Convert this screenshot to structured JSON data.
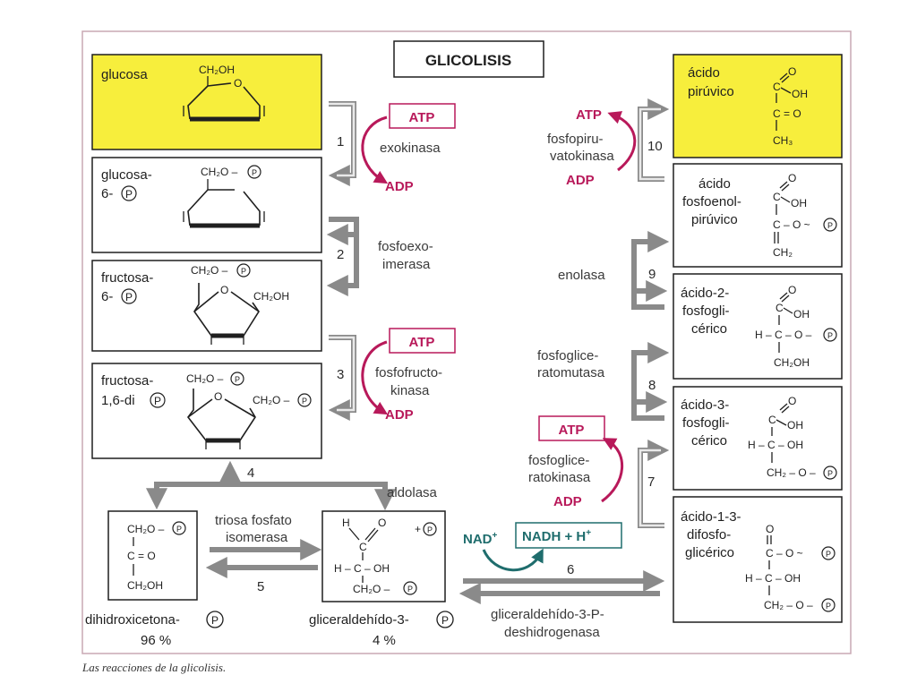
{
  "title": "GLICOLISIS",
  "caption": "Las reacciones de la glicolisis.",
  "colors": {
    "highlight": "#f7ee3c",
    "energy": "#b8195a",
    "nadh": "#1f6d6d",
    "arrow": "#8a8a8a"
  },
  "left_molecules": [
    {
      "name": "glucosa",
      "group": "CH₂OH"
    },
    {
      "name1": "glucosa-",
      "name2": "6-",
      "p": "P",
      "group": "CH₂O –"
    },
    {
      "name1": "fructosa-",
      "name2": "6-",
      "p": "P",
      "group1": "CH₂O –",
      "group2": "CH₂OH"
    },
    {
      "name1": "fructosa-",
      "name2": "1,6-di",
      "p": "P",
      "group1": "CH₂O –",
      "group2": "CH₂O –"
    }
  ],
  "triose": {
    "dhap": {
      "l1": "CH₂O –",
      "l2": "C = O",
      "l3": "CH₂OH",
      "name": "dihidroxicetona-",
      "pct": "96 %"
    },
    "gap": {
      "h": "H",
      "o": "O",
      "c": "C",
      "plusp": "+",
      "l2": "H – C – OH",
      "l3": "CH₂O –",
      "name": "gliceraldehído-3-",
      "pct": "4 %"
    }
  },
  "right_molecules": [
    {
      "name1": "ácido",
      "name2": "pirúvico",
      "c1": "C",
      "o": "O",
      "oh": "OH",
      "c2": "C = O",
      "ch3": "CH₃"
    },
    {
      "name1": "ácido",
      "name2": "fosfoenol-",
      "name3": "pirúvico",
      "o": "O",
      "c1": "C",
      "oh": "OH",
      "c2": "C – O ~",
      "ch2": "CH₂"
    },
    {
      "name1": "ácido-2-",
      "name2": "fosfogli-",
      "name3": "cérico",
      "o": "O",
      "c1": "C",
      "oh": "OH",
      "c2": "H – C – O –",
      "ch2": "CH₂OH"
    },
    {
      "name1": "ácido-3-",
      "name2": "fosfogli-",
      "name3": "cérico",
      "o": "O",
      "c1": "C",
      "oh": "OH",
      "c2": "H – C – OH",
      "ch2": "CH₂ – O –"
    },
    {
      "name1": "ácido-1-3-",
      "name2": "difosfo-",
      "name3": "glicérico",
      "o": "O",
      "c1": "C – O ~",
      "c2": "H – C – OH",
      "ch2": "CH₂ – O –"
    }
  ],
  "steps": [
    {
      "num": "1",
      "enzyme1": "exokinasa",
      "atp": "ATP",
      "adp": "ADP"
    },
    {
      "num": "2",
      "enzyme1": "fosfoexo-",
      "enzyme2": "imerasa"
    },
    {
      "num": "3",
      "enzyme1": "fosfofructo-",
      "enzyme2": "kinasa",
      "atp": "ATP",
      "adp": "ADP"
    },
    {
      "num": "4",
      "enzyme1": "aldolasa"
    },
    {
      "num": "5",
      "enzyme1": "triosa fosfato",
      "enzyme2": "isomerasa"
    },
    {
      "num": "6",
      "enzyme1": "gliceraldehído-3-P-",
      "enzyme2": "deshidrogenasa",
      "nad": "NAD",
      "nadh": "NADH + H",
      "plus": "+"
    },
    {
      "num": "7",
      "enzyme1": "fosfoglice-",
      "enzyme2": "ratokinasa",
      "atp": "ATP",
      "adp": "ADP"
    },
    {
      "num": "8",
      "enzyme1": "fosfoglice-",
      "enzyme2": "ratomutasa"
    },
    {
      "num": "9",
      "enzyme1": "enolasa"
    },
    {
      "num": "10",
      "enzyme1": "fosfopiru-",
      "enzyme2": "vatokinasa",
      "atp": "ATP",
      "adp": "ADP"
    }
  ]
}
